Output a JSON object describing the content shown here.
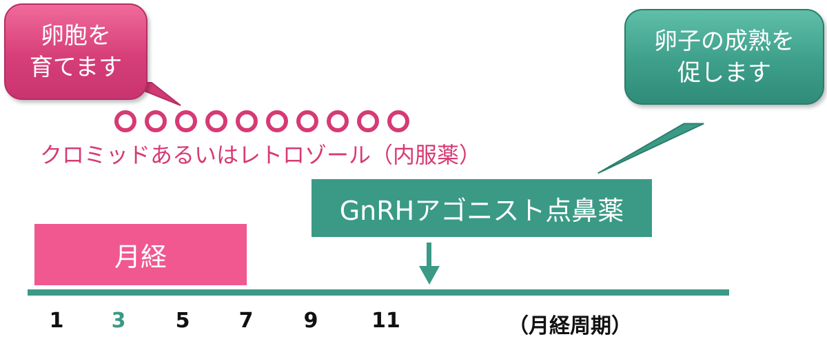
{
  "bubbles": {
    "left_text": "卵胞を\n育てます",
    "right_text": "卵子の成熟を\n促します"
  },
  "dot_count": 10,
  "medication_label": "クロミッドあるいはレトロゾール（内服薬）",
  "gnrh_label": "GnRHアゴニスト点鼻薬",
  "period_label": "月経",
  "axis": {
    "ticks": [
      "1",
      "3",
      "5",
      "7",
      "9",
      "11"
    ],
    "highlight_tick": "3",
    "label": "（月経周期）"
  },
  "colors": {
    "pink": "#d63a74",
    "period_pink": "#f0588f",
    "green": "#3a9a86"
  }
}
